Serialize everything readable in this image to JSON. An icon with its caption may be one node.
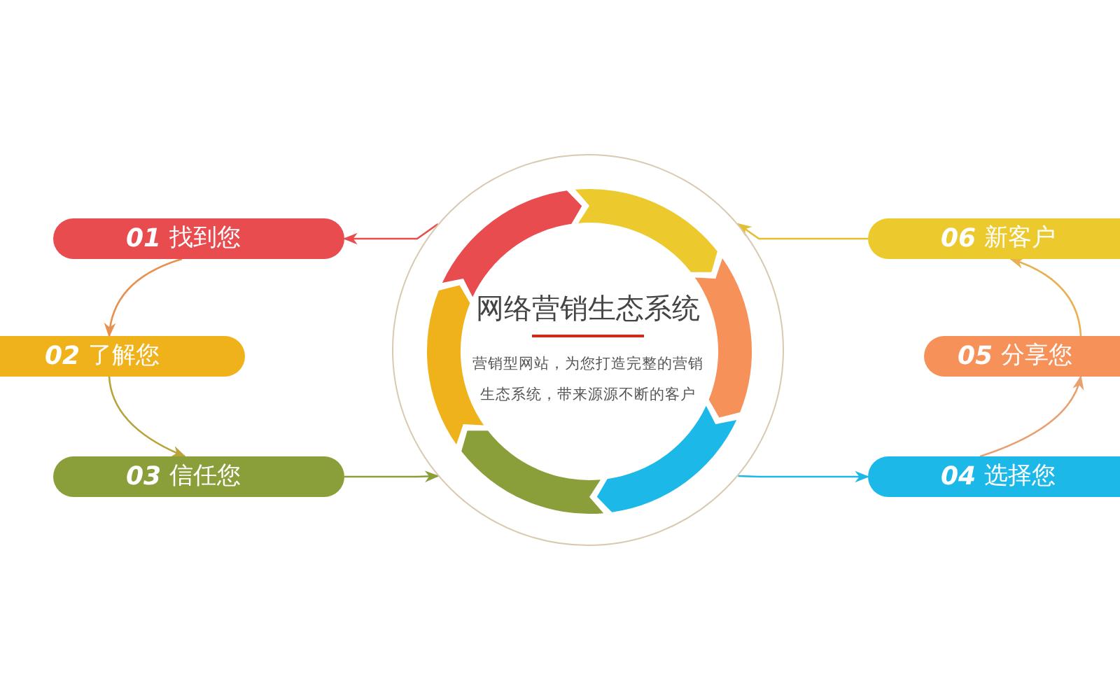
{
  "diagram": {
    "nodes": [
      {
        "text": [
          "网络营销生态系统",
          "营销型网站，为您打造完整的营销生态系统，带来源源不断的客户"
        ]
      },
      {
        "text": [
          "01",
          "找到您"
        ]
      },
      {
        "text": [
          "02",
          "了解您"
        ]
      },
      {
        "text": [
          "03",
          "信任您"
        ]
      },
      {
        "text": [
          "04",
          "选择您"
        ]
      },
      {
        "text": [
          "05",
          "分享您"
        ]
      },
      {
        "text": [
          "06",
          "新客户"
        ]
      }
    ],
    "edges": [
      {
        "from": 0,
        "to": 1,
        "arrow": "to",
        "color": "#e84c4f"
      },
      {
        "from": 1,
        "to": 2,
        "arrow": "to",
        "color": "#e8914f"
      },
      {
        "from": 2,
        "to": 3,
        "arrow": "to",
        "color": "#b8a43a"
      },
      {
        "from": 3,
        "to": 0,
        "arrow": "to",
        "color": "#8a9e3a"
      },
      {
        "from": 0,
        "to": 4,
        "arrow": "to",
        "color": "#1cb8e8"
      },
      {
        "from": 4,
        "to": 5,
        "arrow": "to",
        "color": "#e8a070"
      },
      {
        "from": 5,
        "to": 6,
        "arrow": "to",
        "color": "#e8b050"
      },
      {
        "from": 6,
        "to": 0,
        "arrow": "to",
        "color": "#e0c030"
      }
    ]
  }
}
